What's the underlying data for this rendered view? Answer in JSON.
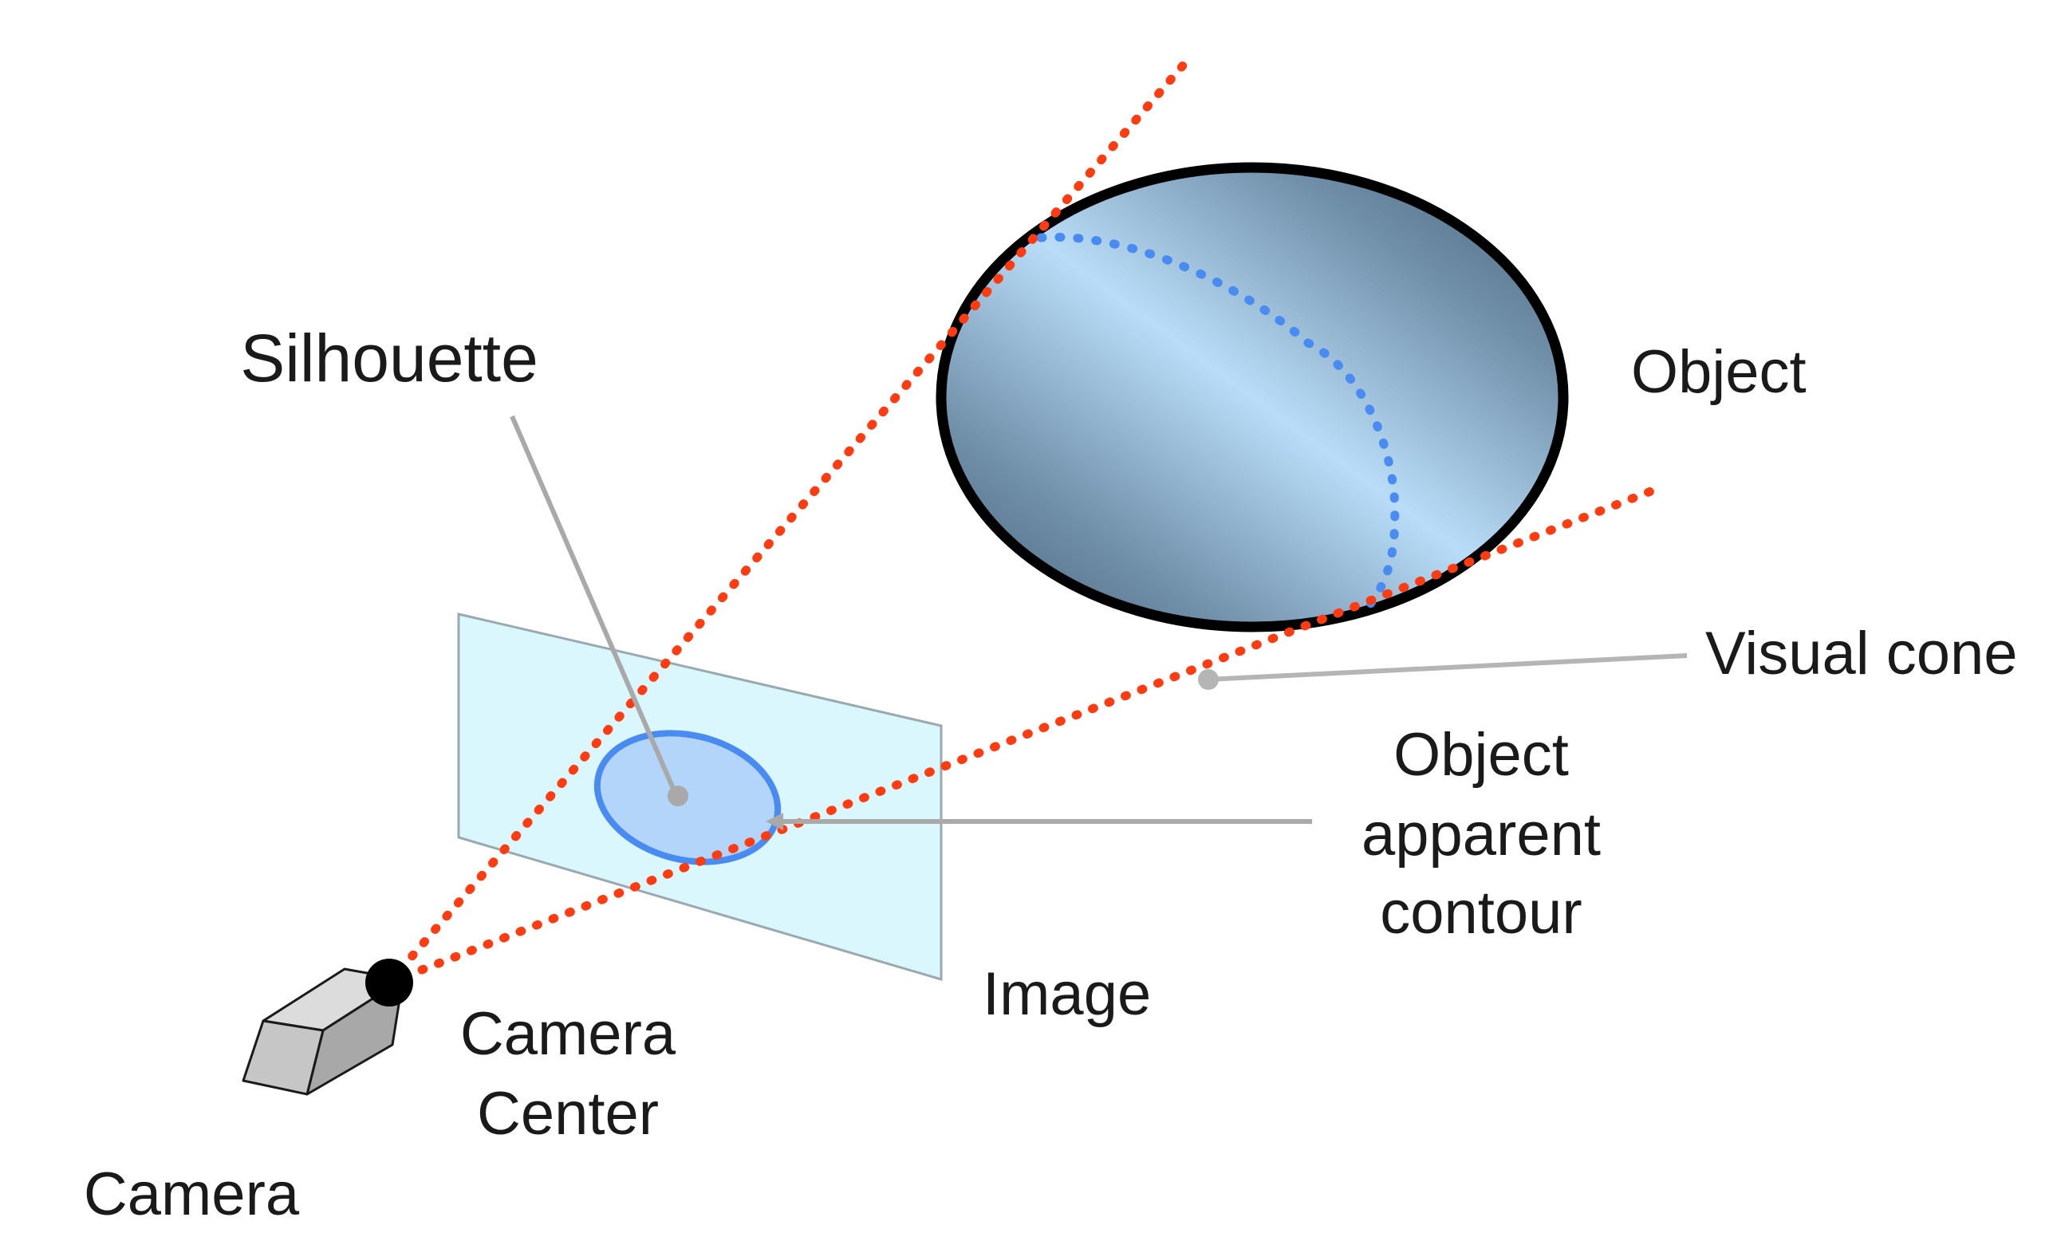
{
  "labels": {
    "silhouette": "Silhouette",
    "object": "Object",
    "visual_cone": "Visual cone",
    "apparent_contour_line1": "Object",
    "apparent_contour_line2": "apparent",
    "apparent_contour_line3": "contour",
    "image": "Image",
    "camera_center_line1": "Camera",
    "camera_center_line2": "Center",
    "camera": "Camera"
  },
  "colors": {
    "cone_rays": "#ff3b12",
    "object_rim": "#000000",
    "object_dark": "#4a6378",
    "object_light": "#b9ddf8",
    "rim_contour": "#4a8bf2",
    "image_plane_fill": "#d9f7fc",
    "image_plane_stroke": "#9aa9b0",
    "silhouette_fill": "#b3d5f9",
    "silhouette_stroke": "#4a8bf2",
    "leader_lines": "#a9a9a9",
    "camera_body": "#c6c6c6",
    "camera_center_dot": "#000000"
  }
}
